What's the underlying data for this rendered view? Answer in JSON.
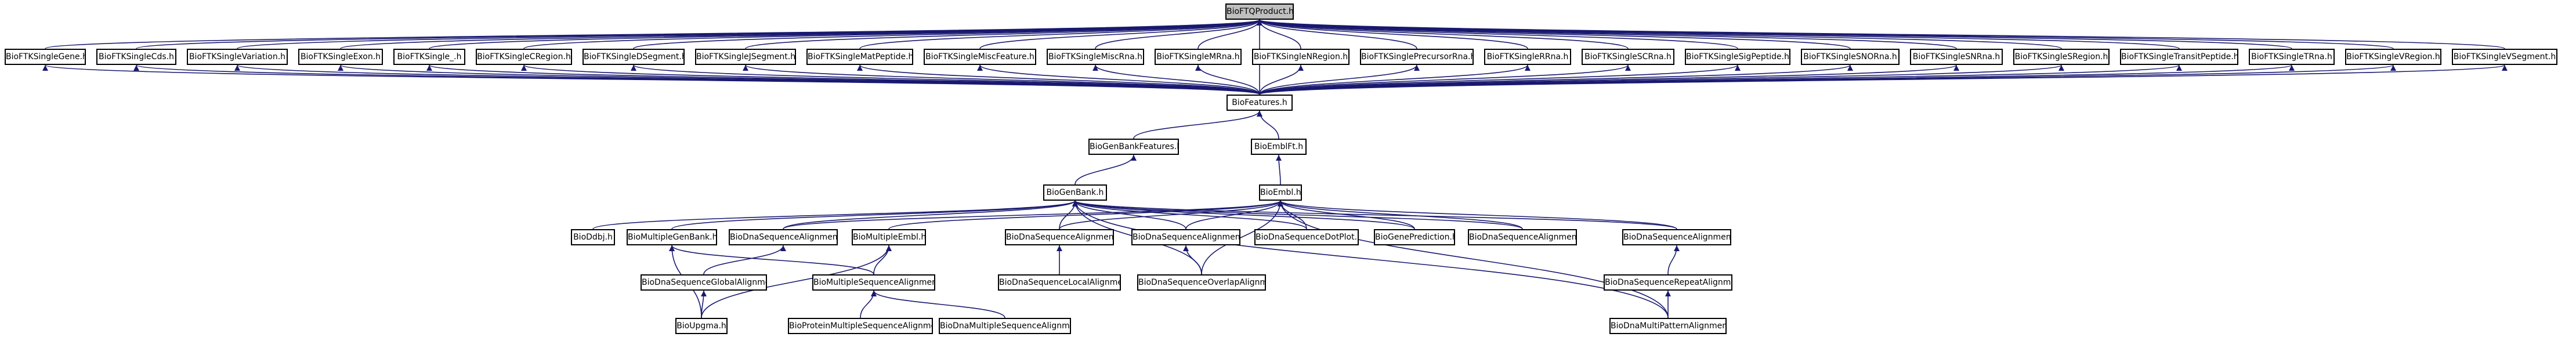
{
  "nodes": {
    "BioFTQProduct_h": "BioFTQProduct.h",
    "BioFTKSingleGene_h": "BioFTKSingleGene.h",
    "BioFTKSingleCds_h": "BioFTKSingleCds.h",
    "BioFTKSingleVariation_h": "BioFTKSingleVariation.h",
    "BioFTKSingleExon_h": "BioFTKSingleExon.h",
    "BioFTKSingle__h": "BioFTKSingle_.h",
    "BioFTKSingleCRegion_h": "BioFTKSingleCRegion.h",
    "BioFTKSingleDSegment_h": "BioFTKSingleDSegment.h",
    "BioFTKSingleJSegment_h": "BioFTKSingleJSegment.h",
    "BioFTKSingleMatPeptide_h": "BioFTKSingleMatPeptide.h",
    "BioFTKSingleMiscFeature_h": "BioFTKSingleMiscFeature.h",
    "BioFTKSingleMiscRna_h": "BioFTKSingleMiscRna.h",
    "BioFTKSingleMRna_h": "BioFTKSingleMRna.h",
    "BioFTKSingleNRegion_h": "BioFTKSingleNRegion.h",
    "BioFTKSinglePrecursorRna_h": "BioFTKSinglePrecursorRna.h",
    "BioFTKSingleRRna_h": "BioFTKSingleRRna.h",
    "BioFTKSingleSCRna_h": "BioFTKSingleSCRna.h",
    "BioFTKSingleSigPeptide_h": "BioFTKSingleSigPeptide.h",
    "BioFTKSingleSNORna_h": "BioFTKSingleSNORna.h",
    "BioFTKSingleSNRna_h": "BioFTKSingleSNRna.h",
    "BioFTKSingleSRegion_h": "BioFTKSingleSRegion.h",
    "BioFTKSingleTransitPeptide_h": "BioFTKSingleTransitPeptide.h",
    "BioFTKSingleTRna_h": "BioFTKSingleTRna.h",
    "BioFTKSingleVRegion_h": "BioFTKSingleVRegion.h",
    "BioFTKSingleVSegment_h": "BioFTKSingleVSegment.h",
    "BioFeatures_h": "BioFeatures.h",
    "BioGenBankFeatures_h": "BioGenBankFeatures.h",
    "BioEmblFt_h": "BioEmblFt.h",
    "BioGenBank_h": "BioGenBank.h",
    "BioEmbl_h": "BioEmbl.h",
    "BioDdbj_h": "BioDdbj.h",
    "BioMultipleGenBank_h": "BioMultipleGenBank.h",
    "BioDnaSequenceAlignment_h_a": "BioDnaSequenceAlignment.h",
    "BioMultipleEmbl_h": "BioMultipleEmbl.h",
    "BioDnaSequenceAlignment_h_b": "BioDnaSequenceAlignment.h",
    "BioDnaSequenceAlignment_h_c": "BioDnaSequenceAlignment.h",
    "BioDnaSequenceDotPlot_h": "BioDnaSequenceDotPlot.h",
    "BioGenePrediction_h": "BioGenePrediction.h",
    "BioDnaSequenceAlignment_h_d": "BioDnaSequenceAlignment.h",
    "BioDnaSequenceAlignment_h_e": "BioDnaSequenceAlignment.h",
    "BioDnaSequenceGlobalAlignment_h": "BioDnaSequenceGlobalAlignment.h",
    "BioMultipleSequenceAlignment_h": "BioMultipleSequenceAlignment.h",
    "BioDnaSequenceLocalAlignment_h": "BioDnaSequenceLocalAlignment.h",
    "BioDnaSequenceOverlapAlignment_h": "BioDnaSequenceOverlapAlignment.h",
    "BioDnaSequenceRepeatAlignment_h": "BioDnaSequenceRepeatAlignment.h",
    "BioUpgma_h": "BioUpgma.h",
    "BioProteinMultipleSequenceAlignment_h": "BioProteinMultipleSequenceAlignment.h",
    "BioDnaMultipleSequenceAlignment_h": "BioDnaMultipleSequenceAlignment.h",
    "BioDnaMultiPatternAlignment_h": "BioDnaMultiPatternAlignment.h"
  },
  "edges": [
    [
      "BioFTKSingleGene_h",
      "BioFTQProduct_h"
    ],
    [
      "BioFTKSingleCds_h",
      "BioFTQProduct_h"
    ],
    [
      "BioFTKSingleVariation_h",
      "BioFTQProduct_h"
    ],
    [
      "BioFTKSingleExon_h",
      "BioFTQProduct_h"
    ],
    [
      "BioFTKSingle__h",
      "BioFTQProduct_h"
    ],
    [
      "BioFTKSingleCRegion_h",
      "BioFTQProduct_h"
    ],
    [
      "BioFTKSingleDSegment_h",
      "BioFTQProduct_h"
    ],
    [
      "BioFTKSingleJSegment_h",
      "BioFTQProduct_h"
    ],
    [
      "BioFTKSingleMatPeptide_h",
      "BioFTQProduct_h"
    ],
    [
      "BioFTKSingleMiscFeature_h",
      "BioFTQProduct_h"
    ],
    [
      "BioFTKSingleMiscRna_h",
      "BioFTQProduct_h"
    ],
    [
      "BioFTKSingleMRna_h",
      "BioFTQProduct_h"
    ],
    [
      "BioFTKSingleNRegion_h",
      "BioFTQProduct_h"
    ],
    [
      "BioFTKSinglePrecursorRna_h",
      "BioFTQProduct_h"
    ],
    [
      "BioFTKSingleRRna_h",
      "BioFTQProduct_h"
    ],
    [
      "BioFTKSingleSCRna_h",
      "BioFTQProduct_h"
    ],
    [
      "BioFTKSingleSigPeptide_h",
      "BioFTQProduct_h"
    ],
    [
      "BioFTKSingleSNORna_h",
      "BioFTQProduct_h"
    ],
    [
      "BioFTKSingleSNRna_h",
      "BioFTQProduct_h"
    ],
    [
      "BioFTKSingleSRegion_h",
      "BioFTQProduct_h"
    ],
    [
      "BioFTKSingleTransitPeptide_h",
      "BioFTQProduct_h"
    ],
    [
      "BioFTKSingleTRna_h",
      "BioFTQProduct_h"
    ],
    [
      "BioFTKSingleVRegion_h",
      "BioFTQProduct_h"
    ],
    [
      "BioFTKSingleVSegment_h",
      "BioFTQProduct_h"
    ],
    [
      "BioFeatures_h",
      "BioFTQProduct_h"
    ],
    [
      "BioFeatures_h",
      "BioFTKSingleGene_h"
    ],
    [
      "BioFeatures_h",
      "BioFTKSingleCds_h"
    ],
    [
      "BioFeatures_h",
      "BioFTKSingleVariation_h"
    ],
    [
      "BioFeatures_h",
      "BioFTKSingleExon_h"
    ],
    [
      "BioFeatures_h",
      "BioFTKSingle__h"
    ],
    [
      "BioFeatures_h",
      "BioFTKSingleCRegion_h"
    ],
    [
      "BioFeatures_h",
      "BioFTKSingleDSegment_h"
    ],
    [
      "BioFeatures_h",
      "BioFTKSingleJSegment_h"
    ],
    [
      "BioFeatures_h",
      "BioFTKSingleMatPeptide_h"
    ],
    [
      "BioFeatures_h",
      "BioFTKSingleMiscFeature_h"
    ],
    [
      "BioFeatures_h",
      "BioFTKSingleMiscRna_h"
    ],
    [
      "BioFeatures_h",
      "BioFTKSingleMRna_h"
    ],
    [
      "BioFeatures_h",
      "BioFTKSingleNRegion_h"
    ],
    [
      "BioFeatures_h",
      "BioFTKSinglePrecursorRna_h"
    ],
    [
      "BioFeatures_h",
      "BioFTKSingleRRna_h"
    ],
    [
      "BioFeatures_h",
      "BioFTKSingleSCRna_h"
    ],
    [
      "BioFeatures_h",
      "BioFTKSingleSigPeptide_h"
    ],
    [
      "BioFeatures_h",
      "BioFTKSingleSNORna_h"
    ],
    [
      "BioFeatures_h",
      "BioFTKSingleSNRna_h"
    ],
    [
      "BioFeatures_h",
      "BioFTKSingleSRegion_h"
    ],
    [
      "BioFeatures_h",
      "BioFTKSingleTransitPeptide_h"
    ],
    [
      "BioFeatures_h",
      "BioFTKSingleTRna_h"
    ],
    [
      "BioFeatures_h",
      "BioFTKSingleVRegion_h"
    ],
    [
      "BioFeatures_h",
      "BioFTKSingleVSegment_h"
    ],
    [
      "BioGenBankFeatures_h",
      "BioFeatures_h"
    ],
    [
      "BioEmblFt_h",
      "BioFeatures_h"
    ],
    [
      "BioGenBank_h",
      "BioGenBankFeatures_h"
    ],
    [
      "BioEmbl_h",
      "BioEmblFt_h"
    ],
    [
      "BioDdbj_h",
      "BioGenBank_h"
    ],
    [
      "BioMultipleGenBank_h",
      "BioGenBank_h"
    ],
    [
      "BioDnaSequenceAlignment_h_a",
      "BioGenBank_h"
    ],
    [
      "BioDnaSequenceAlignment_h_a",
      "BioEmbl_h"
    ],
    [
      "BioMultipleEmbl_h",
      "BioEmbl_h"
    ],
    [
      "BioDnaSequenceAlignment_h_b",
      "BioGenBank_h"
    ],
    [
      "BioDnaSequenceAlignment_h_b",
      "BioEmbl_h"
    ],
    [
      "BioDnaSequenceAlignment_h_c",
      "BioGenBank_h"
    ],
    [
      "BioDnaSequenceAlignment_h_c",
      "BioEmbl_h"
    ],
    [
      "BioDnaSequenceDotPlot_h",
      "BioGenBank_h"
    ],
    [
      "BioDnaSequenceDotPlot_h",
      "BioEmbl_h"
    ],
    [
      "BioGenePrediction_h",
      "BioGenBank_h"
    ],
    [
      "BioGenePrediction_h",
      "BioEmbl_h"
    ],
    [
      "BioDnaSequenceAlignment_h_d",
      "BioGenBank_h"
    ],
    [
      "BioDnaSequenceAlignment_h_d",
      "BioEmbl_h"
    ],
    [
      "BioDnaSequenceAlignment_h_e",
      "BioGenBank_h"
    ],
    [
      "BioDnaSequenceAlignment_h_e",
      "BioEmbl_h"
    ],
    [
      "BioDnaSequenceGlobalAlignment_h",
      "BioDnaSequenceAlignment_h_a"
    ],
    [
      "BioMultipleSequenceAlignment_h",
      "BioMultipleGenBank_h"
    ],
    [
      "BioMultipleSequenceAlignment_h",
      "BioMultipleEmbl_h"
    ],
    [
      "BioDnaSequenceLocalAlignment_h",
      "BioDnaSequenceAlignment_h_b"
    ],
    [
      "BioDnaSequenceOverlapAlignment_h",
      "BioDnaSequenceAlignment_h_c"
    ],
    [
      "BioDnaSequenceOverlapAlignment_h",
      "BioGenBank_h"
    ],
    [
      "BioDnaSequenceOverlapAlignment_h",
      "BioEmbl_h"
    ],
    [
      "BioDnaSequenceRepeatAlignment_h",
      "BioDnaSequenceAlignment_h_e"
    ],
    [
      "BioUpgma_h",
      "BioDnaSequenceGlobalAlignment_h"
    ],
    [
      "BioUpgma_h",
      "BioMultipleGenBank_h"
    ],
    [
      "BioUpgma_h",
      "BioMultipleEmbl_h"
    ],
    [
      "BioProteinMultipleSequenceAlignment_h",
      "BioMultipleSequenceAlignment_h"
    ],
    [
      "BioDnaMultipleSequenceAlignment_h",
      "BioMultipleSequenceAlignment_h"
    ],
    [
      "BioDnaMultiPatternAlignment_h",
      "BioDnaSequenceRepeatAlignment_h"
    ],
    [
      "BioDnaMultiPatternAlignment_h",
      "BioGenBank_h"
    ],
    [
      "BioDnaMultiPatternAlignment_h",
      "BioEmbl_h"
    ]
  ],
  "colors": {
    "node_border": "#000000",
    "root_fill": "#bfbfbf",
    "node_fill": "#ffffff",
    "edge": "#191970"
  }
}
